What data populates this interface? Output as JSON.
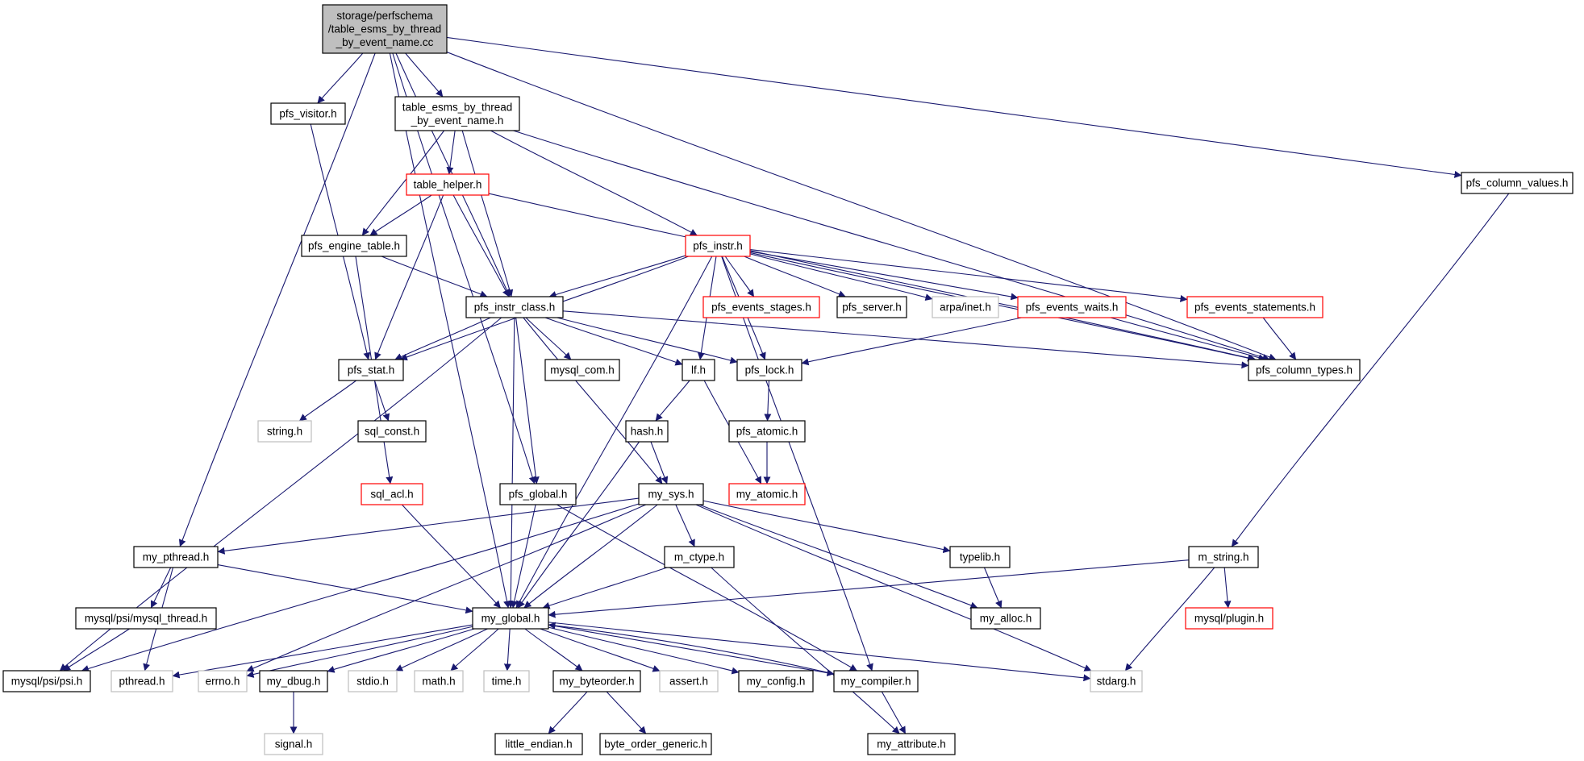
{
  "colors": {
    "edge": "#191970",
    "border_default": "#000000",
    "border_truncated": "#ff0000",
    "border_external": "#bfbfbf",
    "fill_root": "#bfbfbf",
    "fill_default": "#ffffff",
    "text": "#000000"
  },
  "nodes": [
    {
      "id": "root",
      "lines": [
        "storage/perfschema",
        "/table_esms_by_thread",
        "_by_event_name.cc"
      ],
      "kind": "root"
    },
    {
      "id": "pfs_visitor",
      "lines": [
        "pfs_visitor.h"
      ],
      "kind": "default"
    },
    {
      "id": "table_esms_h",
      "lines": [
        "table_esms_by_thread",
        "_by_event_name.h"
      ],
      "kind": "default"
    },
    {
      "id": "pfs_column_values",
      "lines": [
        "pfs_column_values.h"
      ],
      "kind": "default"
    },
    {
      "id": "table_helper",
      "lines": [
        "table_helper.h"
      ],
      "kind": "truncated"
    },
    {
      "id": "pfs_engine_table",
      "lines": [
        "pfs_engine_table.h"
      ],
      "kind": "default"
    },
    {
      "id": "pfs_instr",
      "lines": [
        "pfs_instr.h"
      ],
      "kind": "truncated"
    },
    {
      "id": "pfs_instr_class",
      "lines": [
        "pfs_instr_class.h"
      ],
      "kind": "default"
    },
    {
      "id": "pfs_events_stages",
      "lines": [
        "pfs_events_stages.h"
      ],
      "kind": "truncated"
    },
    {
      "id": "pfs_server",
      "lines": [
        "pfs_server.h"
      ],
      "kind": "default"
    },
    {
      "id": "arpa_inet",
      "lines": [
        "arpa/inet.h"
      ],
      "kind": "external"
    },
    {
      "id": "pfs_events_waits",
      "lines": [
        "pfs_events_waits.h"
      ],
      "kind": "truncated"
    },
    {
      "id": "pfs_events_statements",
      "lines": [
        "pfs_events_statements.h"
      ],
      "kind": "truncated"
    },
    {
      "id": "pfs_stat",
      "lines": [
        "pfs_stat.h"
      ],
      "kind": "default"
    },
    {
      "id": "mysql_com",
      "lines": [
        "mysql_com.h"
      ],
      "kind": "default"
    },
    {
      "id": "lf",
      "lines": [
        "lf.h"
      ],
      "kind": "default"
    },
    {
      "id": "pfs_lock",
      "lines": [
        "pfs_lock.h"
      ],
      "kind": "default"
    },
    {
      "id": "pfs_column_types",
      "lines": [
        "pfs_column_types.h"
      ],
      "kind": "default"
    },
    {
      "id": "string_h",
      "lines": [
        "string.h"
      ],
      "kind": "external"
    },
    {
      "id": "sql_const",
      "lines": [
        "sql_const.h"
      ],
      "kind": "default"
    },
    {
      "id": "hash",
      "lines": [
        "hash.h"
      ],
      "kind": "default"
    },
    {
      "id": "pfs_atomic",
      "lines": [
        "pfs_atomic.h"
      ],
      "kind": "default"
    },
    {
      "id": "sql_acl",
      "lines": [
        "sql_acl.h"
      ],
      "kind": "truncated"
    },
    {
      "id": "pfs_global",
      "lines": [
        "pfs_global.h"
      ],
      "kind": "default"
    },
    {
      "id": "my_sys",
      "lines": [
        "my_sys.h"
      ],
      "kind": "default"
    },
    {
      "id": "my_atomic",
      "lines": [
        "my_atomic.h"
      ],
      "kind": "truncated"
    },
    {
      "id": "my_pthread",
      "lines": [
        "my_pthread.h"
      ],
      "kind": "default"
    },
    {
      "id": "m_ctype",
      "lines": [
        "m_ctype.h"
      ],
      "kind": "default"
    },
    {
      "id": "typelib",
      "lines": [
        "typelib.h"
      ],
      "kind": "default"
    },
    {
      "id": "m_string",
      "lines": [
        "m_string.h"
      ],
      "kind": "default"
    },
    {
      "id": "mysql_thread",
      "lines": [
        "mysql/psi/mysql_thread.h"
      ],
      "kind": "default"
    },
    {
      "id": "my_global",
      "lines": [
        "my_global.h"
      ],
      "kind": "default"
    },
    {
      "id": "my_alloc",
      "lines": [
        "my_alloc.h"
      ],
      "kind": "default"
    },
    {
      "id": "mysql_plugin",
      "lines": [
        "mysql/plugin.h"
      ],
      "kind": "truncated"
    },
    {
      "id": "psi",
      "lines": [
        "mysql/psi/psi.h"
      ],
      "kind": "default"
    },
    {
      "id": "pthread_h",
      "lines": [
        "pthread.h"
      ],
      "kind": "external"
    },
    {
      "id": "errno_h",
      "lines": [
        "errno.h"
      ],
      "kind": "external"
    },
    {
      "id": "my_dbug",
      "lines": [
        "my_dbug.h"
      ],
      "kind": "default"
    },
    {
      "id": "stdio_h",
      "lines": [
        "stdio.h"
      ],
      "kind": "external"
    },
    {
      "id": "math_h",
      "lines": [
        "math.h"
      ],
      "kind": "external"
    },
    {
      "id": "time_h",
      "lines": [
        "time.h"
      ],
      "kind": "external"
    },
    {
      "id": "my_byteorder",
      "lines": [
        "my_byteorder.h"
      ],
      "kind": "default"
    },
    {
      "id": "assert_h",
      "lines": [
        "assert.h"
      ],
      "kind": "external"
    },
    {
      "id": "my_config",
      "lines": [
        "my_config.h"
      ],
      "kind": "default"
    },
    {
      "id": "my_compiler",
      "lines": [
        "my_compiler.h"
      ],
      "kind": "default"
    },
    {
      "id": "stdarg_h",
      "lines": [
        "stdarg.h"
      ],
      "kind": "external"
    },
    {
      "id": "signal_h",
      "lines": [
        "signal.h"
      ],
      "kind": "external"
    },
    {
      "id": "little_endian",
      "lines": [
        "little_endian.h"
      ],
      "kind": "default"
    },
    {
      "id": "byte_order_generic",
      "lines": [
        "byte_order_generic.h"
      ],
      "kind": "default"
    },
    {
      "id": "my_attribute",
      "lines": [
        "my_attribute.h"
      ],
      "kind": "default"
    }
  ],
  "edges": [
    [
      "root",
      "pfs_visitor"
    ],
    [
      "root",
      "table_esms_h"
    ],
    [
      "root",
      "pfs_column_values"
    ],
    [
      "root",
      "pfs_instr_class"
    ],
    [
      "root",
      "pfs_column_types"
    ],
    [
      "root",
      "my_pthread"
    ],
    [
      "root",
      "my_global"
    ],
    [
      "root",
      "pfs_global"
    ],
    [
      "pfs_visitor",
      "pfs_stat"
    ],
    [
      "table_esms_h",
      "table_helper"
    ],
    [
      "table_esms_h",
      "pfs_engine_table"
    ],
    [
      "table_esms_h",
      "pfs_instr"
    ],
    [
      "table_esms_h",
      "pfs_instr_class"
    ],
    [
      "table_esms_h",
      "pfs_column_types"
    ],
    [
      "pfs_column_values",
      "m_string"
    ],
    [
      "table_helper",
      "pfs_engine_table"
    ],
    [
      "table_helper",
      "pfs_instr_class"
    ],
    [
      "table_helper",
      "pfs_stat"
    ],
    [
      "table_helper",
      "pfs_column_types"
    ],
    [
      "pfs_engine_table",
      "pfs_instr_class"
    ],
    [
      "pfs_engine_table",
      "sql_acl"
    ],
    [
      "pfs_instr",
      "pfs_instr_class"
    ],
    [
      "pfs_instr",
      "pfs_events_stages"
    ],
    [
      "pfs_instr",
      "pfs_server"
    ],
    [
      "pfs_instr",
      "arpa_inet"
    ],
    [
      "pfs_instr",
      "pfs_events_waits"
    ],
    [
      "pfs_instr",
      "pfs_events_statements"
    ],
    [
      "pfs_instr",
      "pfs_stat"
    ],
    [
      "pfs_instr",
      "lf"
    ],
    [
      "pfs_instr",
      "pfs_lock"
    ],
    [
      "pfs_instr",
      "my_global"
    ],
    [
      "pfs_instr",
      "my_compiler"
    ],
    [
      "pfs_instr",
      "pfs_column_types"
    ],
    [
      "pfs_events_waits",
      "pfs_lock"
    ],
    [
      "pfs_events_waits",
      "pfs_column_types"
    ],
    [
      "pfs_events_statements",
      "pfs_column_types"
    ],
    [
      "pfs_instr_class",
      "pfs_stat"
    ],
    [
      "pfs_instr_class",
      "mysql_com"
    ],
    [
      "pfs_instr_class",
      "lf"
    ],
    [
      "pfs_instr_class",
      "pfs_lock"
    ],
    [
      "pfs_instr_class",
      "pfs_column_types"
    ],
    [
      "pfs_instr_class",
      "pfs_global"
    ],
    [
      "pfs_instr_class",
      "my_sys"
    ],
    [
      "pfs_instr_class",
      "my_global"
    ],
    [
      "pfs_instr_class",
      "psi"
    ],
    [
      "pfs_stat",
      "string_h"
    ],
    [
      "pfs_stat",
      "sql_const"
    ],
    [
      "lf",
      "hash"
    ],
    [
      "lf",
      "my_atomic"
    ],
    [
      "pfs_lock",
      "pfs_atomic"
    ],
    [
      "pfs_atomic",
      "my_atomic"
    ],
    [
      "hash",
      "my_sys"
    ],
    [
      "hash",
      "my_global"
    ],
    [
      "sql_acl",
      "my_global"
    ],
    [
      "pfs_global",
      "my_global"
    ],
    [
      "pfs_global",
      "my_compiler"
    ],
    [
      "my_sys",
      "my_pthread"
    ],
    [
      "my_sys",
      "m_ctype"
    ],
    [
      "my_sys",
      "typelib"
    ],
    [
      "my_sys",
      "my_alloc"
    ],
    [
      "my_sys",
      "my_global"
    ],
    [
      "my_sys",
      "errno_h"
    ],
    [
      "my_sys",
      "stdarg_h"
    ],
    [
      "my_sys",
      "psi"
    ],
    [
      "my_pthread",
      "mysql_thread"
    ],
    [
      "my_pthread",
      "my_global"
    ],
    [
      "my_pthread",
      "pthread_h"
    ],
    [
      "mysql_thread",
      "psi"
    ],
    [
      "m_ctype",
      "my_global"
    ],
    [
      "m_ctype",
      "my_attribute"
    ],
    [
      "typelib",
      "my_alloc"
    ],
    [
      "m_string",
      "my_global"
    ],
    [
      "m_string",
      "mysql_plugin"
    ],
    [
      "m_string",
      "stdarg_h"
    ],
    [
      "my_global",
      "pthread_h"
    ],
    [
      "my_global",
      "errno_h"
    ],
    [
      "my_global",
      "my_dbug"
    ],
    [
      "my_global",
      "stdio_h"
    ],
    [
      "my_global",
      "math_h"
    ],
    [
      "my_global",
      "time_h"
    ],
    [
      "my_global",
      "my_byteorder"
    ],
    [
      "my_global",
      "assert_h"
    ],
    [
      "my_global",
      "my_config"
    ],
    [
      "my_global",
      "my_compiler"
    ],
    [
      "my_global",
      "stdarg_h"
    ],
    [
      "my_compiler",
      "my_global"
    ],
    [
      "my_compiler",
      "my_attribute"
    ],
    [
      "my_dbug",
      "signal_h"
    ],
    [
      "my_byteorder",
      "little_endian"
    ],
    [
      "my_byteorder",
      "byte_order_generic"
    ]
  ]
}
